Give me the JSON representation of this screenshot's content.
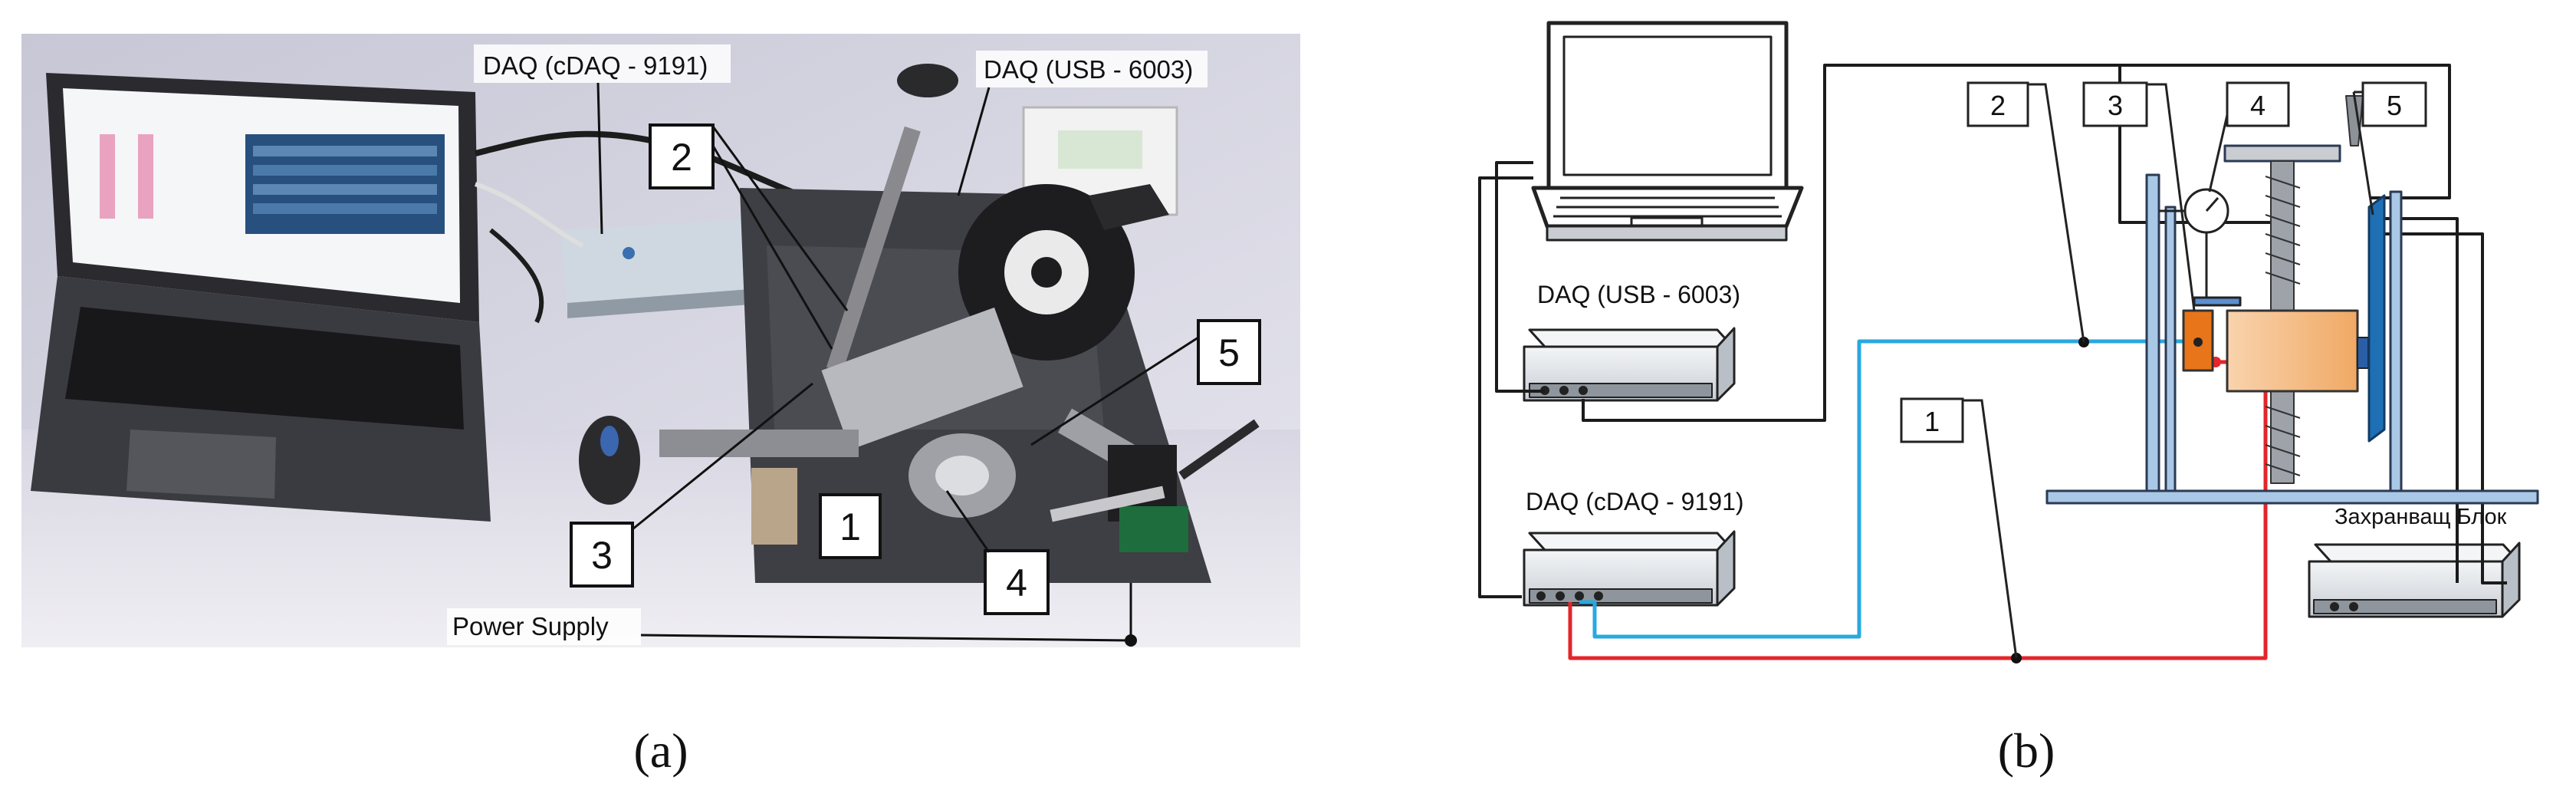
{
  "panel_a": {
    "labels": {
      "daq_cdaq": "DAQ (cDAQ - 9191)",
      "daq_usb": "DAQ (USB - 6003)",
      "power_supply": "Power Supply"
    },
    "callouts": [
      "1",
      "2",
      "3",
      "4",
      "5"
    ],
    "caption": "(a)"
  },
  "panel_b": {
    "labels": {
      "daq_usb": "DAQ (USB - 6003)",
      "daq_cdaq": "DAQ (cDAQ - 9191)",
      "storage_block": "Захранващ Блок"
    },
    "callouts": [
      "1",
      "2",
      "3",
      "4",
      "5"
    ],
    "caption": "(b)"
  },
  "colors": {
    "blue_wire": "#29a8e0",
    "red_wire": "#e3262b",
    "sensor_orange": "#f7c08f",
    "block_orange": "#e8751a",
    "blue_plate": "#1f6fb5"
  }
}
